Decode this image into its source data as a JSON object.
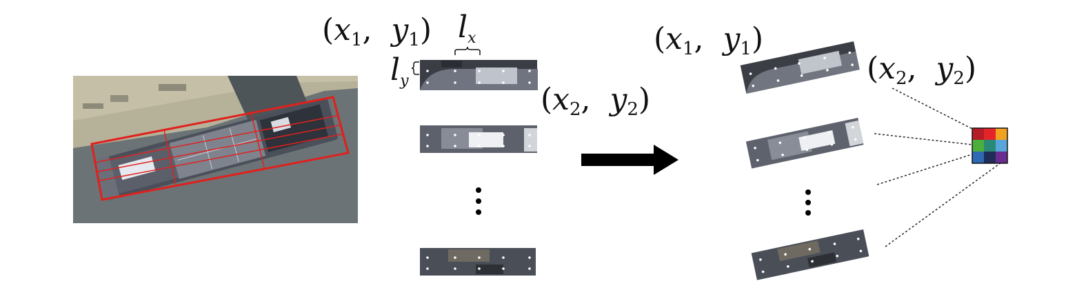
{
  "labels": {
    "p1_left": {
      "var1": "x",
      "sub1": "1",
      "var2": "y",
      "sub2": "1"
    },
    "p2_left": {
      "var1": "x",
      "sub1": "2",
      "var2": "y",
      "sub2": "2"
    },
    "p1_right": {
      "var1": "x",
      "sub1": "1",
      "var2": "y",
      "sub2": "1"
    },
    "p2_right": {
      "var1": "x",
      "sub1": "2",
      "var2": "y",
      "sub2": "2"
    },
    "lx": {
      "var": "l",
      "sub": "x"
    },
    "ly": {
      "var": "l",
      "sub": "y"
    }
  },
  "colors": {
    "bbox": "#e0201c",
    "water": "#6c7478",
    "dock": "#b7b29a",
    "hull": "#4a4e58",
    "deck": "#80848f",
    "arrow": "#000000",
    "grid_cells": [
      "#b51c28",
      "#e5242a",
      "#f2a21e",
      "#4caf3c",
      "#2a8a78",
      "#58a6da",
      "#2e69b4",
      "#1f2c56",
      "#6a2c90"
    ]
  },
  "icons": {
    "ellipsis": "vertical-ellipsis",
    "arrow": "right-arrow"
  }
}
